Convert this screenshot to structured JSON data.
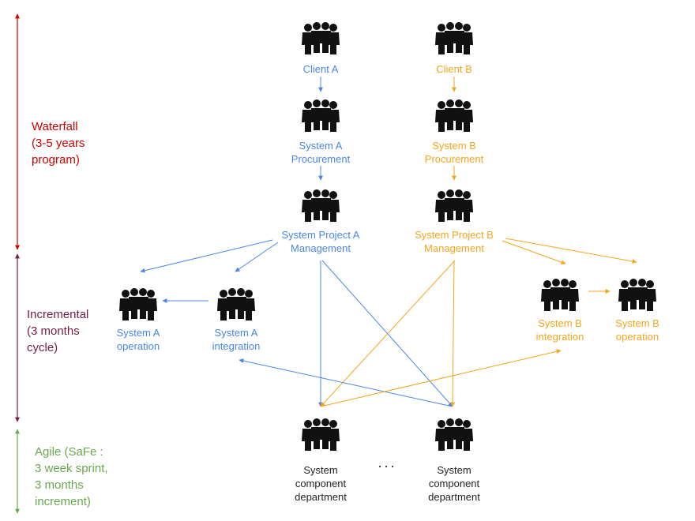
{
  "colors": {
    "blue": "#4a86e8",
    "orange": "#f6a41d",
    "black": "#222222",
    "waterfall": "#cc0000",
    "incremental": "#741b47",
    "agile": "#6aa84f"
  },
  "icon": "people-group-icon",
  "phases": {
    "waterfall": [
      "Waterfall",
      "(3-5 years",
      "program)"
    ],
    "incremental": [
      "Incremental",
      "(3 months",
      "cycle)"
    ],
    "agile": [
      "Agile (SaFe :",
      "3 week sprint,",
      "3 months",
      "increment)"
    ]
  },
  "nodes": {
    "client_a": [
      "Client A"
    ],
    "client_b": [
      "Client B"
    ],
    "procurement_a": [
      "System A",
      "Procurement"
    ],
    "procurement_b": [
      "System B",
      "Procurement"
    ],
    "project_a": [
      "System Project A",
      "Management"
    ],
    "project_b": [
      "System Project B",
      "Management"
    ],
    "operation_a": [
      "System A",
      "operation"
    ],
    "integration_a": [
      "System A",
      "integration"
    ],
    "integration_b": [
      "System B",
      "integration"
    ],
    "operation_b": [
      "System B",
      "operation"
    ],
    "dept_1": [
      "System",
      "component",
      "department"
    ],
    "dept_2": [
      "System",
      "component",
      "department"
    ]
  },
  "ellipsis": "···"
}
